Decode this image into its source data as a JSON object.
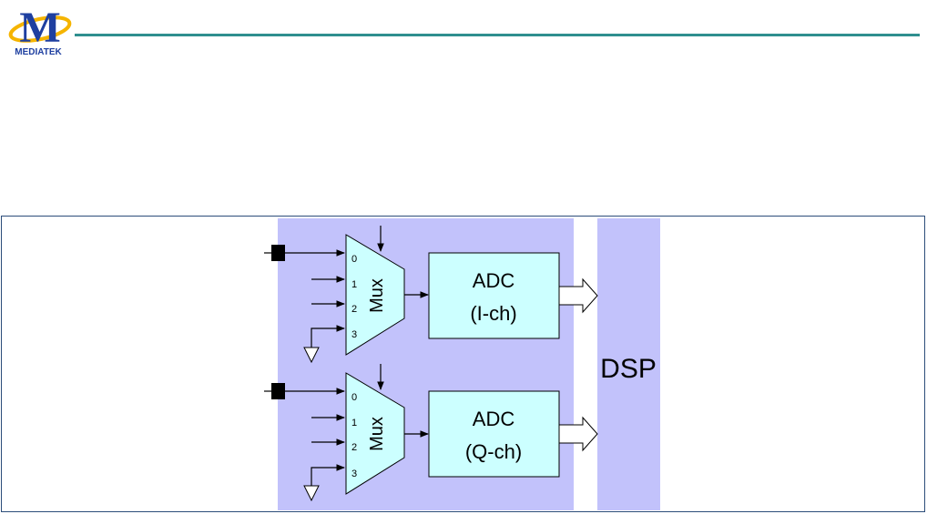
{
  "logo": {
    "wordmark": "MEDIATEK",
    "initial": "M"
  },
  "colors": {
    "accent_rule": "#2f8f8f",
    "frame_border": "#2c4d7a",
    "panel_fill": "#c2c2fb",
    "block_fill": "#ccffff",
    "logo_blue": "#1e3fa0",
    "logo_gold": "#f5b400"
  },
  "mux_i": {
    "label": "Mux",
    "inputs": [
      "0",
      "1",
      "2",
      "3"
    ]
  },
  "mux_q": {
    "label": "Mux",
    "inputs": [
      "0",
      "1",
      "2",
      "3"
    ]
  },
  "adc_i": {
    "line1": "ADC",
    "line2": "(I-ch)"
  },
  "adc_q": {
    "line1": "ADC",
    "line2": "(Q-ch)"
  },
  "dsp": {
    "label": "DSP"
  }
}
